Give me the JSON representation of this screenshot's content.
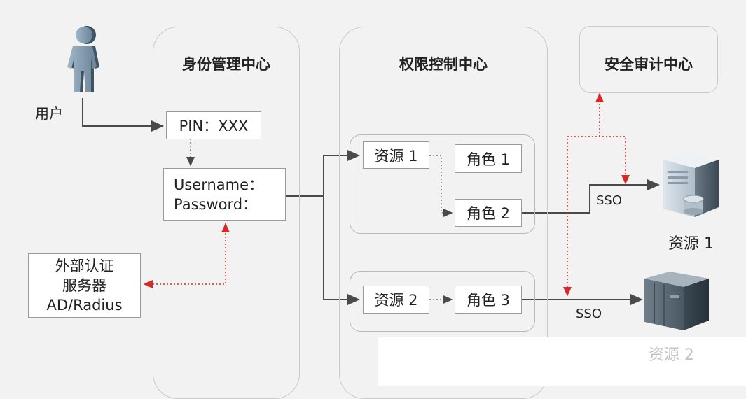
{
  "user": {
    "label": "用户"
  },
  "identity_center": {
    "title": "身份管理中心",
    "pin_box": "PIN：XXX",
    "login_box": {
      "line1": "Username：",
      "line2": "Password："
    }
  },
  "external_auth": {
    "line1": "外部认证",
    "line2": "服务器",
    "line3": "AD/Radius"
  },
  "permission_center": {
    "title": "权限控制中心",
    "groups": [
      {
        "resource": "资源 1",
        "roles": [
          "角色 1",
          "角色 2"
        ]
      },
      {
        "resource": "资源 2",
        "roles": [
          "角色 3"
        ]
      }
    ]
  },
  "audit_center": {
    "title": "安全审计中心"
  },
  "sso_labels": [
    "SSO",
    "SSO"
  ],
  "servers": [
    {
      "label": "资源 1"
    },
    {
      "label": "资源 2"
    }
  ],
  "colors": {
    "audit_dotted": "#e0403a",
    "solid_line": "#4a4a4a",
    "zone_border": "#c9c9c9"
  }
}
